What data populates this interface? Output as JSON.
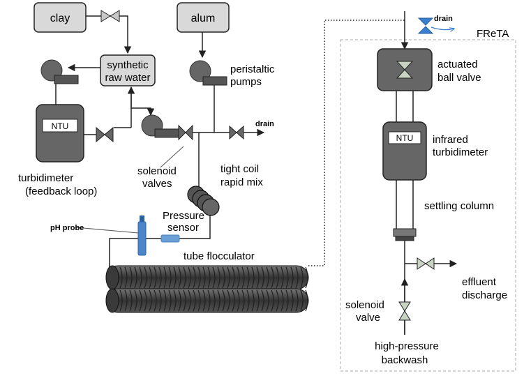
{
  "sources": {
    "clay": "clay",
    "alum": "alum",
    "synthetic_line1": "synthetic",
    "synthetic_line2": "raw water"
  },
  "instruments": {
    "ntu_left": "NTU",
    "ntu_right": "NTU"
  },
  "labels": {
    "peristaltic_line1": "peristaltic",
    "peristaltic_line2": "pumps",
    "drain_top_left": "drain",
    "drain_top_right": "drain",
    "turbidimeter": "turbidimeter",
    "feedback_loop": "(feedback loop)",
    "solenoid_valves_line1": "solenoid",
    "solenoid_valves_line2": "valves",
    "tight_coil_line1": "tight coil",
    "tight_coil_line2": "rapid mix",
    "pressure_line1": "Pressure",
    "pressure_line2": "sensor",
    "ph_probe": "pH probe",
    "tube_flocculator": "tube flocculator",
    "freta": "FReTA",
    "actuated_line1": "actuated",
    "actuated_line2": "ball valve",
    "infrared_line1": "infrared",
    "infrared_line2": "turbidimeter",
    "settling_column": "settling column",
    "effluent_line1": "effluent",
    "effluent_line2": "discharge",
    "solenoid_valve_line1": "solenoid",
    "solenoid_valve_line2": "valve",
    "backwash_line1": "high-pressure",
    "backwash_line2": "backwash"
  },
  "colors": {
    "box_fill": "#d9d9d9",
    "device_fill": "#666666",
    "device_dark": "#555555",
    "line": "#222222",
    "probe_blue": "#4a86c8",
    "drain_valve_blue": "#3a7fd0",
    "dashed_border": "#aaaaaa"
  }
}
